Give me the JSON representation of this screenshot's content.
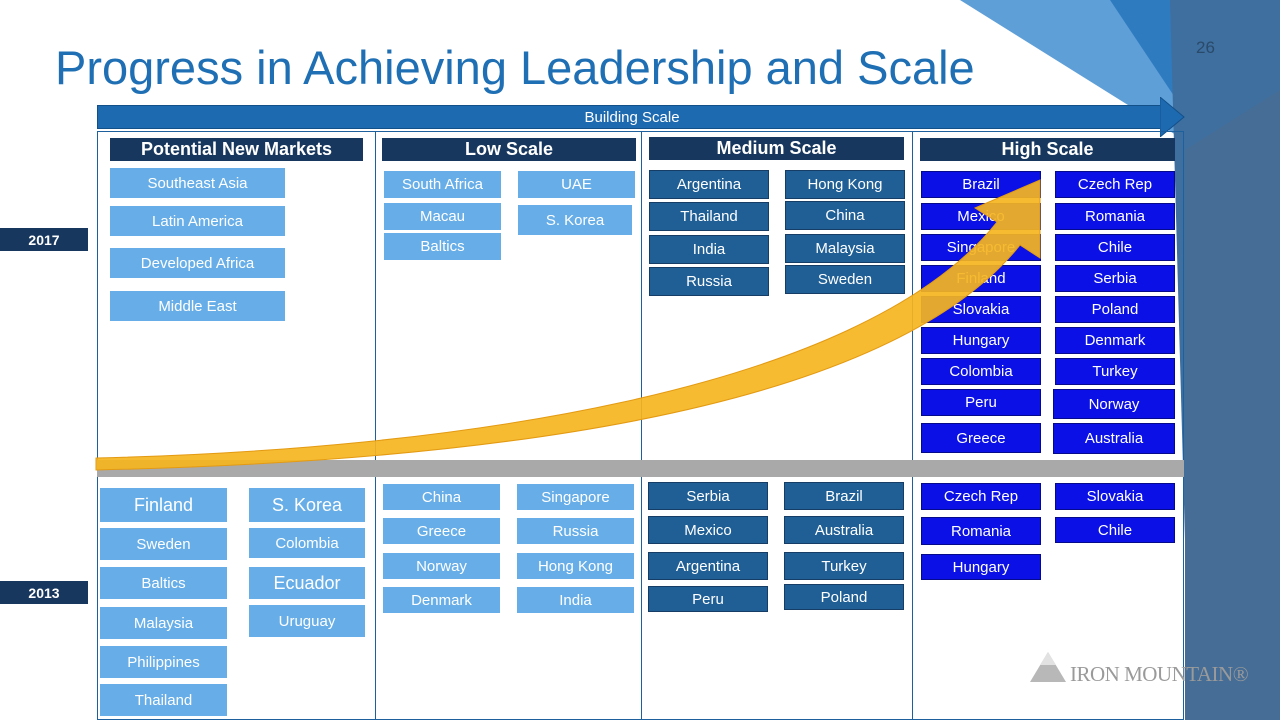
{
  "page_number": "26",
  "title": "Progress in Achieving Leadership and Scale",
  "scale_arrow_label": "Building Scale",
  "years": {
    "top": "2017",
    "bottom": "2013"
  },
  "columns": {
    "potential_new_markets": "Potential New Markets",
    "low_scale": "Low Scale",
    "medium_scale": "Medium Scale",
    "high_scale": "High Scale"
  },
  "y2017": {
    "potential": [
      "Southeast Asia",
      "Latin America",
      "Developed Africa",
      "Middle East"
    ],
    "low": [
      "South Africa",
      "UAE",
      "Macau",
      "S. Korea",
      "Baltics"
    ],
    "medium": [
      "Argentina",
      "Hong Kong",
      "Thailand",
      "China",
      "India",
      "Malaysia",
      "Russia",
      "Sweden"
    ],
    "high": [
      "Brazil",
      "Czech Rep",
      "Mexico",
      "Romania",
      "Singapore",
      "Chile",
      "Finland",
      "Serbia",
      "Slovakia",
      "Poland",
      "Hungary",
      "Denmark",
      "Colombia",
      "Turkey",
      "Peru",
      "Norway",
      "Greece",
      "Australia"
    ]
  },
  "y2013": {
    "potential": [
      "Finland",
      "S. Korea",
      "Sweden",
      "Colombia",
      "Baltics",
      "Ecuador",
      "Malaysia",
      "Uruguay",
      "Philippines",
      "Thailand"
    ],
    "low": [
      "China",
      "Singapore",
      "Greece",
      "Russia",
      "Norway",
      "Hong Kong",
      "Denmark",
      "India"
    ],
    "medium": [
      "Serbia",
      "Brazil",
      "Mexico",
      "Australia",
      "Argentina",
      "Turkey",
      "Peru",
      "Poland"
    ],
    "high": [
      "Czech Rep",
      "Slovakia",
      "Romania",
      "Chile",
      "Hungary"
    ]
  },
  "logo": "IRON MOUNTAIN®",
  "colors": {
    "title": "#1f6fb4",
    "header": "#17375e",
    "light_blue_box": "#67aee8",
    "medium_blue_box": "#1f5f96",
    "high_blue_box": "#0a10e6",
    "growth_arrow": "#f5b51f",
    "divider": "#a9a9a9"
  }
}
